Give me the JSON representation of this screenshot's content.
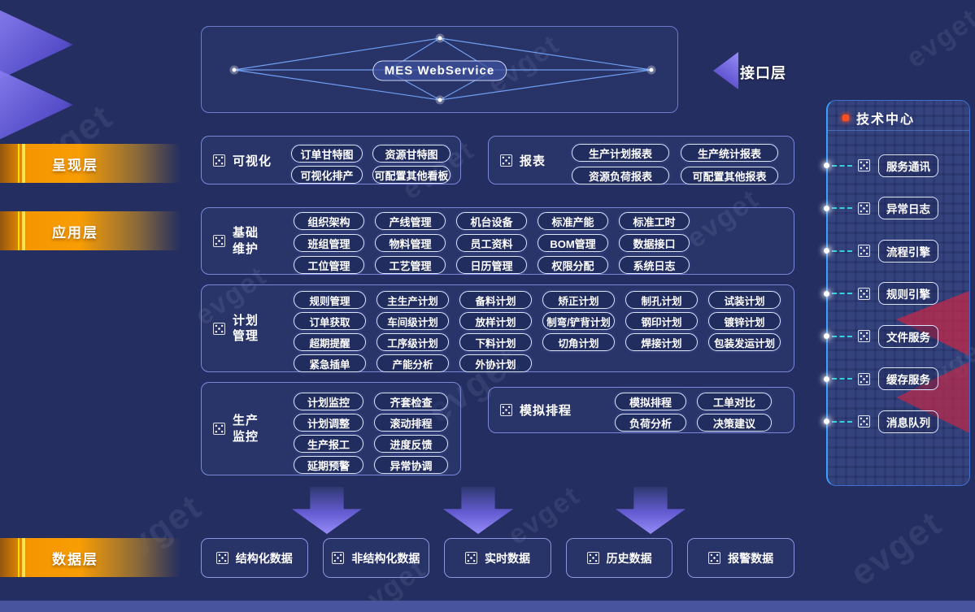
{
  "watermark": "evget",
  "interface_layer": {
    "arrow_label": "接口层",
    "service_name": "MES WebService"
  },
  "layer_bars": {
    "presentation": "呈现层",
    "application": "应用层",
    "data": "数据层"
  },
  "sections": {
    "visualization": {
      "title": "可视化",
      "buttons": [
        "订单甘特图",
        "资源甘特图",
        "可视化排产",
        "可配置其他看板"
      ]
    },
    "reports": {
      "title": "报表",
      "buttons": [
        "生产计划报表",
        "生产统计报表",
        "资源负荷报表",
        "可配置其他报表"
      ]
    },
    "basic_maintenance": {
      "title": "基础维护",
      "buttons": [
        "组织架构",
        "产线管理",
        "机台设备",
        "标准产能",
        "标准工时",
        "班组管理",
        "物料管理",
        "员工资料",
        "BOM管理",
        "数据接口",
        "工位管理",
        "工艺管理",
        "日历管理",
        "权限分配",
        "系统日志"
      ]
    },
    "plan_management": {
      "title": "计划管理",
      "buttons": [
        "规则管理",
        "主生产计划",
        "备料计划",
        "矫正计划",
        "制孔计划",
        "试装计划",
        "订单获取",
        "车间级计划",
        "放样计划",
        "制弯/铲背计划",
        "钢印计划",
        "镀锌计划",
        "超期提醒",
        "工序级计划",
        "下料计划",
        "切角计划",
        "焊接计划",
        "包装发运计划",
        "紧急插单",
        "产能分析",
        "外协计划"
      ]
    },
    "production_monitoring": {
      "title": "生产监控",
      "buttons": [
        "计划监控",
        "齐套检查",
        "计划调整",
        "滚动排程",
        "生产报工",
        "进度反馈",
        "延期预警",
        "异常协调"
      ]
    },
    "simulation_scheduling": {
      "title": "模拟排程",
      "buttons": [
        "模拟排程",
        "工单对比",
        "负荷分析",
        "决策建议"
      ]
    }
  },
  "tech_center": {
    "title": "技术中心",
    "items": [
      "服务通讯",
      "异常日志",
      "流程引擎",
      "规则引擎",
      "文件服务",
      "缓存服务",
      "消息队列"
    ]
  },
  "data_layer_boxes": [
    "结构化数据",
    "非结构化数据",
    "实时数据",
    "历史数据",
    "报警数据"
  ],
  "icons": {
    "module_icon": "dotted-chip-square",
    "interface_arrow_icon": "triangle-left",
    "flow_arrow_icon": "arrow-down",
    "connector_dot_icon": "glow-dot",
    "tech_bullet_icon": "orange-square-dot"
  },
  "colors": {
    "background": "#242e60",
    "layer_bar_orange": "#f59600",
    "layer_bar_yellow_line": "#ffd900",
    "arrow_purple": "#7e74ec",
    "pill_border": "#dde4ff",
    "box_border": "#7b87d9",
    "tech_border_blue": "#37a2ff",
    "connector_teal": "#35d0d8",
    "red_decoration": "#c22848",
    "network_line_blue": "#74a4f8",
    "tech_bullet_orange": "#ff4f21",
    "bottom_strip": "#48549e"
  }
}
